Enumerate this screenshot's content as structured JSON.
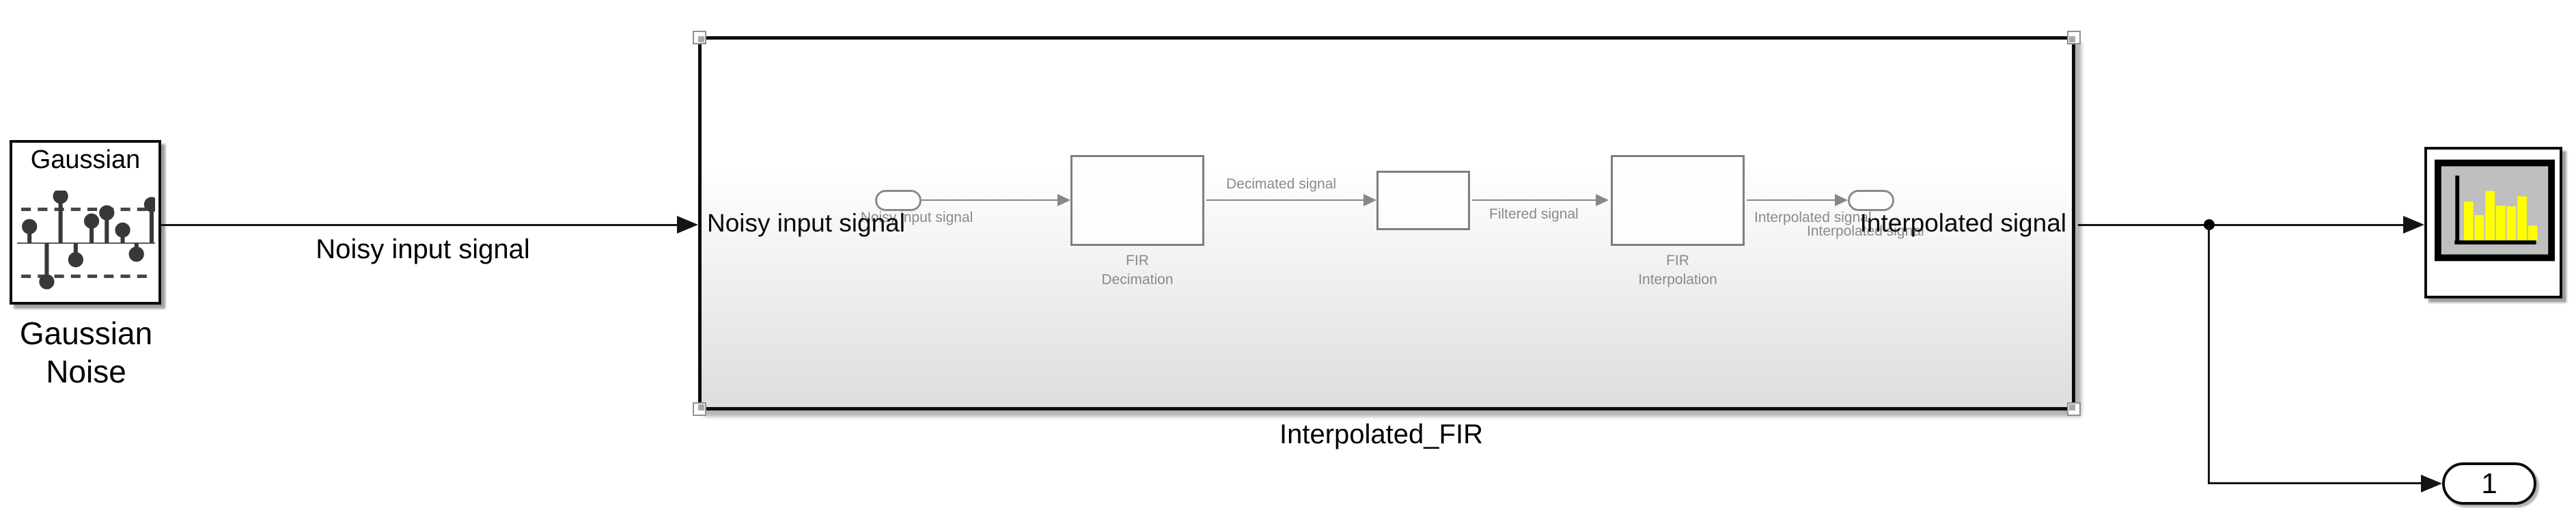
{
  "colors": {
    "wire_black": "#141414",
    "wire_grey": "#878787",
    "preview_text_grey": "#8a8a8a",
    "preview_border_grey": "#7e7e7e",
    "scope_panel_grey": "#bfbfbf",
    "scope_bar_yellow": "#ffff00",
    "subsystem_gradient_bottom": "#dddddd"
  },
  "gaussian_noise": {
    "icon_text": "Gaussian",
    "name_line1": "Gaussian",
    "name_line2": "Noise"
  },
  "wire_labels": {
    "noisy_input": "Noisy input signal"
  },
  "subsystem": {
    "name": "Interpolated_FIR",
    "inport_label": "Noisy input signal",
    "outport_label": "Interpolated signal",
    "preview": {
      "inport_name": "Noisy input signal",
      "fir_decimation": {
        "line1": "FIR",
        "line2": "Decimation"
      },
      "signal_decimated": "Decimated signal",
      "signal_filtered": "Filtered signal",
      "fir_interpolation": {
        "line1": "FIR",
        "line2": "Interpolation"
      },
      "signal_interpolated": "Interpolated signal",
      "outport_name": "Interpolated signal"
    }
  },
  "outport": {
    "number": "1"
  }
}
